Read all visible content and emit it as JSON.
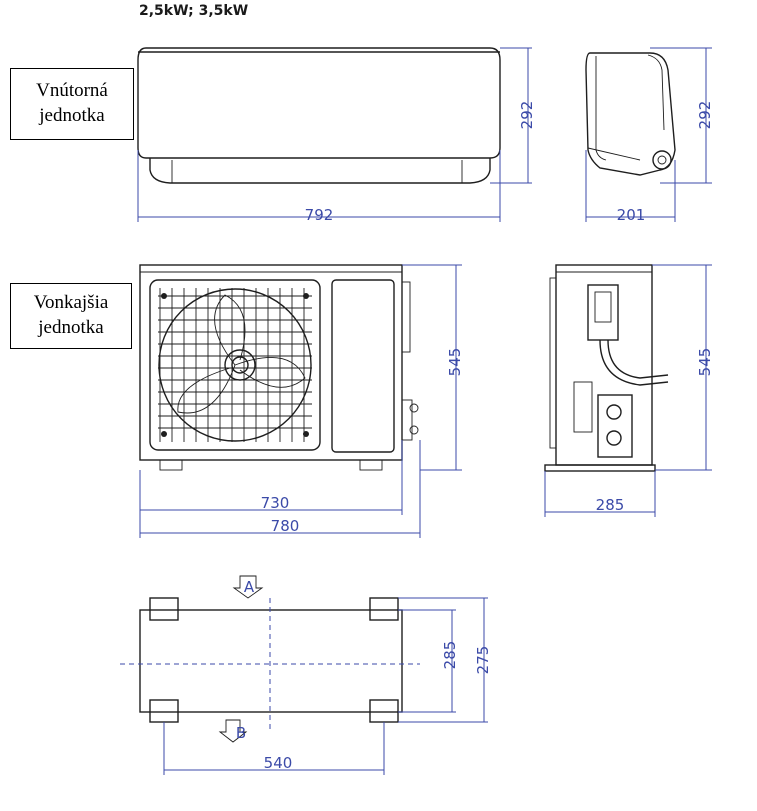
{
  "title": "2,5kW; 3,5kW",
  "labels": {
    "indoor_line1": "Vnútorná",
    "indoor_line2": "jednotka",
    "outdoor_line1": "Vonkajšia",
    "outdoor_line2": "jednotka"
  },
  "dimensions": {
    "indoor_height_front": "292",
    "indoor_width": "792",
    "indoor_height_side": "292",
    "indoor_depth": "201",
    "outdoor_height_front": "545",
    "outdoor_width_body": "730",
    "outdoor_width_total": "780",
    "outdoor_height_side": "545",
    "outdoor_depth": "285",
    "base_depth_inner": "285",
    "base_depth_outer": "275",
    "base_mount_width": "540"
  },
  "arrows": {
    "a": "A",
    "b": "B"
  },
  "colors": {
    "dimension": "#3b4aa8",
    "outline": "#1e1e1e"
  }
}
